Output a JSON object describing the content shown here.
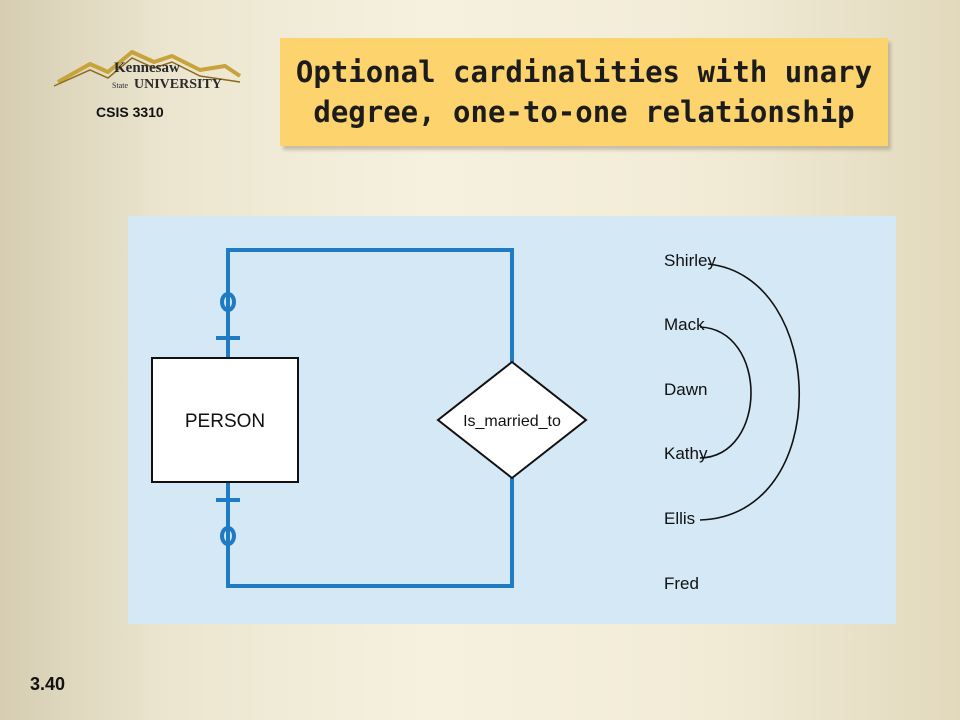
{
  "logo": {
    "line1": "Kennesaw",
    "line2_small": "State",
    "line2": "UNIVERSITY"
  },
  "course": "CSIS 3310",
  "title": "Optional cardinalities with unary degree, one-to-one relationship",
  "diagram": {
    "entity": "PERSON",
    "relationship": "Is_married_to",
    "people": [
      "Shirley",
      "Mack",
      "Dawn",
      "Kathy",
      "Ellis",
      "Fred"
    ],
    "pairs": [
      [
        "Shirley",
        "Ellis"
      ],
      [
        "Mack",
        "Kathy"
      ]
    ],
    "line_color": "#1e7bc4"
  },
  "slide_number": "3.40"
}
